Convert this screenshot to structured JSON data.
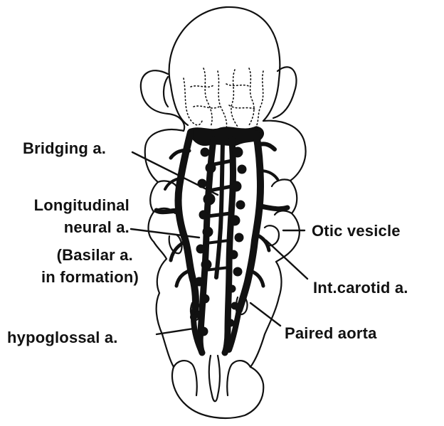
{
  "labels": {
    "bridging": "Bridging a.",
    "longitudinal_1": "Longitudinal",
    "longitudinal_2": "neural a.",
    "basilar_1": "(Basilar a.",
    "basilar_2": "in formation)",
    "otic": "Otic vesicle",
    "int_carotid": "Int.carotid a.",
    "hypoglossal": "hypoglossal a.",
    "paired_aorta": "Paired aorta"
  },
  "colors": {
    "ink": "#111111",
    "background": "#ffffff"
  }
}
